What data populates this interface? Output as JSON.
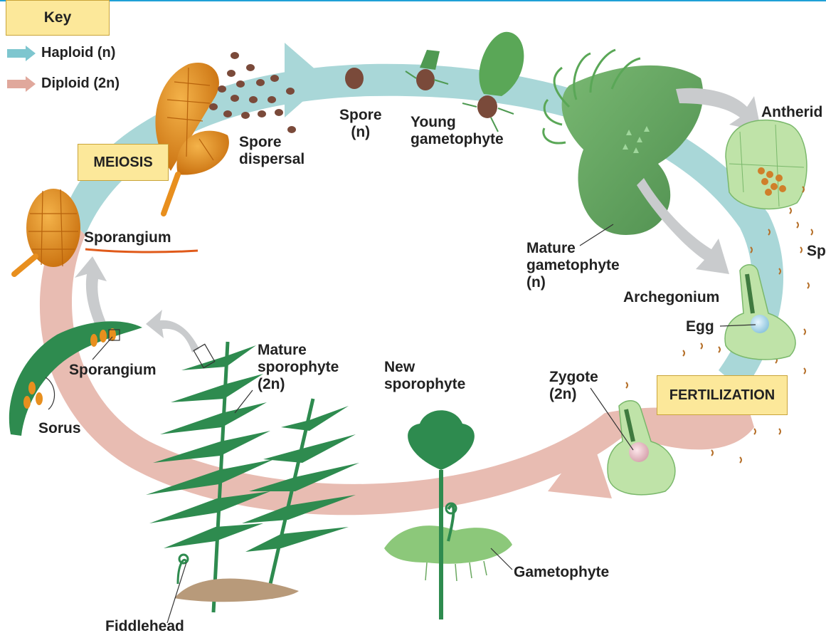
{
  "key": {
    "title": "Key",
    "haploid": {
      "label": "Haploid (n)",
      "color": "#7ec6cf"
    },
    "diploid": {
      "label": "Diploid (2n)",
      "color": "#e0a89c"
    }
  },
  "stages": {
    "meiosis": "MEIOSIS",
    "fertilization": "FERTILIZATION"
  },
  "labels": {
    "spore_dispersal": [
      "Spore",
      "dispersal"
    ],
    "spore": [
      "Spore",
      "(n)"
    ],
    "young_gametophyte": [
      "Young",
      "gametophyte"
    ],
    "antheridium": "Antherid",
    "sperm": "Sp",
    "mature_gametophyte": [
      "Mature",
      "gametophyte",
      "(n)"
    ],
    "archegonium": "Archegonium",
    "egg": "Egg",
    "zygote": [
      "Zygote",
      "(2n)"
    ],
    "new_sporophyte": [
      "New",
      "sporophyte"
    ],
    "gametophyte": "Gametophyte",
    "mature_sporophyte": [
      "Mature",
      "sporophyte",
      "(2n)"
    ],
    "fiddlehead": "Fiddlehead",
    "sporangium_top": "Sporangium",
    "sporangium_leaf": "Sporangium",
    "sorus": "Sorus"
  },
  "colors": {
    "haploid_band": "#a9d7d8",
    "diploid_band": "#e8bcb2",
    "sporangium": "#e88f1e",
    "frond": "#2e8b4f",
    "gametophyte": "#6fb46a",
    "cells": "#bfe3a8",
    "box_fill": "#fce89a"
  }
}
